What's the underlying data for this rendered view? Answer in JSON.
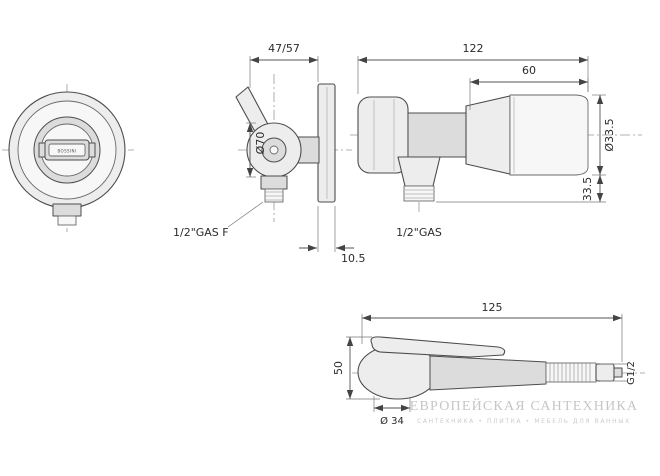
{
  "views": {
    "front": {
      "brand": "BOSSINI",
      "dim_diameter": "Ø70"
    },
    "side": {
      "dim_depth": "47/57",
      "dim_plate_thickness": "10.5",
      "label_inlet": "1/2\"GAS F"
    },
    "profile": {
      "dim_length": "122",
      "dim_holder_length": "60",
      "dim_holder_diameter": "Ø33.5",
      "dim_outlet_offset": "33.5",
      "label_outlet": "1/2\"GAS"
    },
    "handshower": {
      "dim_length": "125",
      "dim_height": "50",
      "dim_head_diameter": "Ø 34",
      "dim_thread": "G1/2"
    }
  },
  "watermark": {
    "title": "ЕВРОПЕЙСКАЯ САНТЕХНИКА",
    "subtitle": "САНТЕХНИКА • ПЛИТКА • МЕБЕЛЬ ДЛЯ ВАННЫХ"
  }
}
